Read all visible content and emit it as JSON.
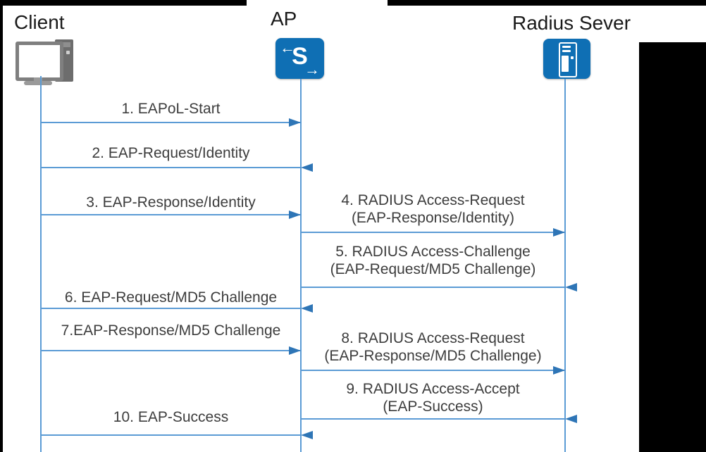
{
  "diagram": {
    "type": "sequence-diagram",
    "topic": "802.1X EAP / RADIUS authentication message flow"
  },
  "actors": [
    {
      "id": "client",
      "label": "Client",
      "icon": "desktop-computer-icon"
    },
    {
      "id": "ap",
      "label": "AP",
      "icon": "switch-icon",
      "icon_letter": "S"
    },
    {
      "id": "radius",
      "label": "Radius Sever",
      "icon": "server-icon"
    }
  ],
  "messages": [
    {
      "num": "1",
      "lines": [
        "1. EAPoL-Start"
      ],
      "from": "client",
      "to": "ap"
    },
    {
      "num": "2",
      "lines": [
        "2. EAP-Request/Identity"
      ],
      "from": "ap",
      "to": "client"
    },
    {
      "num": "3",
      "lines": [
        "3. EAP-Response/Identity"
      ],
      "from": "client",
      "to": "ap"
    },
    {
      "num": "4",
      "lines": [
        "4. RADIUS Access-Request",
        "(EAP-Response/Identity)"
      ],
      "from": "ap",
      "to": "radius"
    },
    {
      "num": "5",
      "lines": [
        "5. RADIUS Access-Challenge",
        "(EAP-Request/MD5 Challenge)"
      ],
      "from": "radius",
      "to": "ap"
    },
    {
      "num": "6",
      "lines": [
        "6. EAP-Request/MD5 Challenge"
      ],
      "from": "ap",
      "to": "client"
    },
    {
      "num": "7",
      "lines": [
        "7.EAP-Response/MD5 Challenge"
      ],
      "from": "client",
      "to": "ap"
    },
    {
      "num": "8",
      "lines": [
        "8. RADIUS Access-Request",
        "(EAP-Response/MD5 Challenge)"
      ],
      "from": "ap",
      "to": "radius"
    },
    {
      "num": "9",
      "lines": [
        "9. RADIUS Access-Accept",
        "(EAP-Success)"
      ],
      "from": "radius",
      "to": "ap"
    },
    {
      "num": "10",
      "lines": [
        "10. EAP-Success"
      ],
      "from": "ap",
      "to": "client"
    }
  ],
  "colors": {
    "arrow_shaft": "#5B9BD5",
    "arrow_head": "#2E75B6",
    "lifeline": "#5B9BD5",
    "icon_blue": "#0F6FB4",
    "label_text": "#3d3d3d",
    "background": "#000000",
    "canvas": "#ffffff"
  }
}
